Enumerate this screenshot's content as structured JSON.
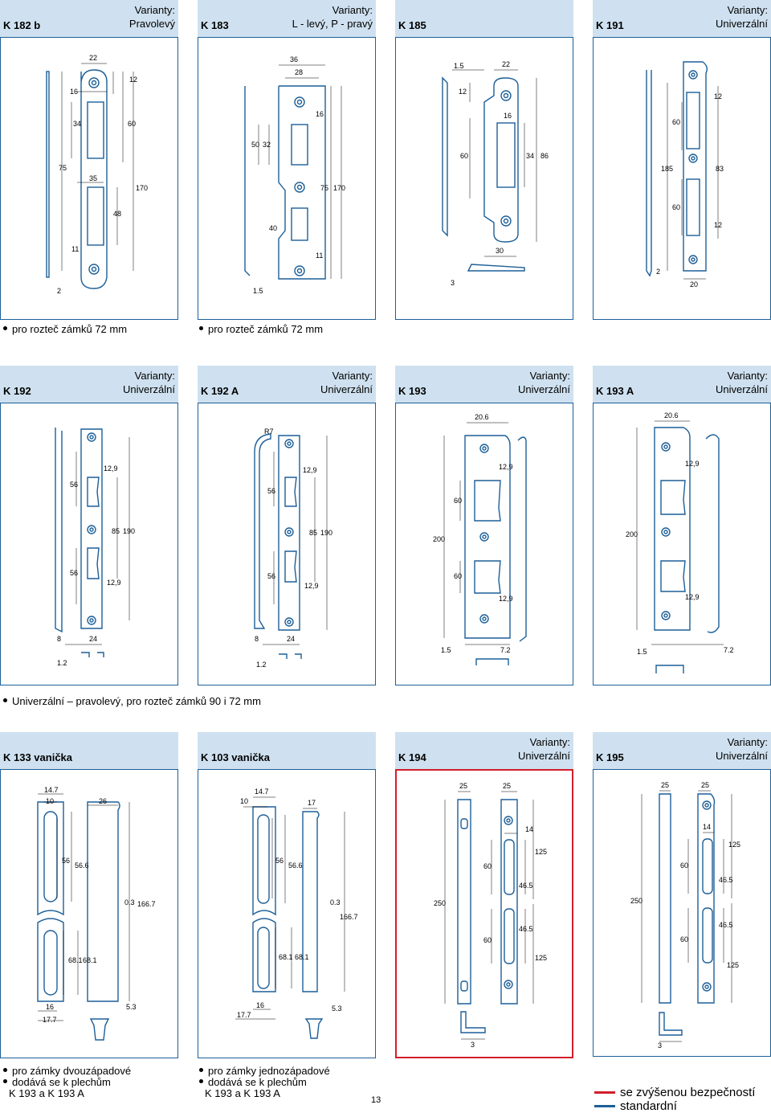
{
  "variant_label": "Varianty:",
  "row1": [
    {
      "code": "K 182 b",
      "variant": "Pravolevý"
    },
    {
      "code": "K 183",
      "variant": "L - levý, P - pravý"
    },
    {
      "code": "K 185",
      "variant": ""
    },
    {
      "code": "K 191",
      "variant": "Univerzální"
    }
  ],
  "row2": [
    {
      "code": "K 192",
      "variant": "Univerzální"
    },
    {
      "code": "K 192 A",
      "variant": "Univerzální"
    },
    {
      "code": "K 193",
      "variant": "Univerzální"
    },
    {
      "code": "K 193 A",
      "variant": "Univerzální"
    }
  ],
  "row3": [
    {
      "code": "K 133 vanička",
      "variant": ""
    },
    {
      "code": "K 103 vanička",
      "variant": ""
    },
    {
      "code": "K 194",
      "variant": "Univerzální"
    },
    {
      "code": "K 195",
      "variant": "Univerzální"
    }
  ],
  "notes": {
    "row1_a": "pro rozteč zámků 72 mm",
    "row1_b": "pro rozteč zámků 72 mm",
    "row2": "Univerzální – pravolevý, pro rozteč zámků 90 i 72 mm",
    "row3_a": [
      "pro zámky dvouzápadové",
      "dodává se k plechům",
      "K 193 a K 193 A"
    ],
    "row3_b": [
      "pro zámky jednozápadové",
      "dodává se k plechům",
      "K 193 a K 193 A"
    ]
  },
  "page_number": "13",
  "legend": [
    {
      "label": "se zvýšenou bezpečností",
      "color": "#d21f2b"
    },
    {
      "label": "standardní",
      "color": "#1c5f98"
    }
  ],
  "dims": {
    "k182b": [
      "22",
      "12",
      "16",
      "34",
      "60",
      "75",
      "35",
      "170",
      "48",
      "11",
      "2"
    ],
    "k183": [
      "36",
      "28",
      "16",
      "50",
      "32",
      "75",
      "170",
      "40",
      "11",
      "1.5"
    ],
    "k185": [
      "1.5",
      "22",
      "12",
      "16",
      "60",
      "34",
      "86",
      "30",
      "3"
    ],
    "k191": [
      "12",
      "60",
      "185",
      "83",
      "60",
      "12",
      "2",
      "20"
    ],
    "k192": [
      "12,9",
      "56",
      "85",
      "190",
      "56",
      "12,9",
      "8",
      "24",
      "1.2"
    ],
    "k192a": [
      "R7",
      "12,9",
      "56",
      "85",
      "190",
      "56",
      "12,9",
      "8",
      "24",
      "1.2"
    ],
    "k193": [
      "20.6",
      "12,9",
      "60",
      "200",
      "60",
      "12,9",
      "1.5",
      "7.2"
    ],
    "k193a": [
      "20.6",
      "12,9",
      "200",
      "12,9",
      "1.5",
      "7.2"
    ],
    "k133": [
      "14.7",
      "10",
      "26",
      "56",
      "56.6",
      "0.3",
      "166.7",
      "68.1",
      "68.1",
      "16",
      "17.7",
      "5.3"
    ],
    "k103": [
      "14.7",
      "10",
      "17",
      "56",
      "56.6",
      "0.3",
      "166.7",
      "68.1",
      "68.1",
      "16",
      "17.7",
      "5.3"
    ],
    "k194": [
      "25",
      "25",
      "14",
      "60",
      "125",
      "46.5",
      "250",
      "60",
      "46.5",
      "125",
      "3"
    ],
    "k195": [
      "25",
      "25",
      "14",
      "60",
      "125",
      "46.5",
      "250",
      "60",
      "46.5",
      "125",
      "3"
    ]
  }
}
